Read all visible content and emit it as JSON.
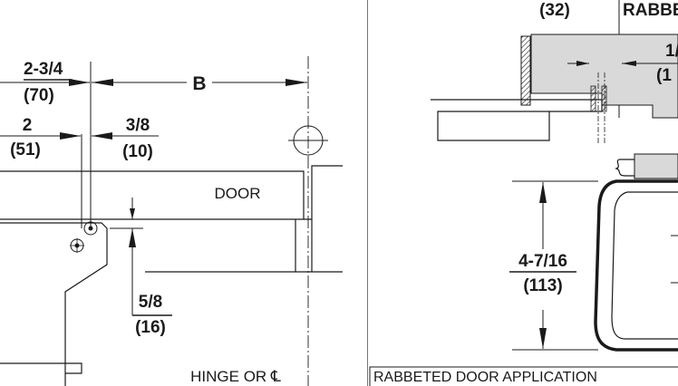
{
  "left_view": {
    "dim_top_frac": "2-3/4",
    "dim_top_mm": "(70)",
    "dim_b": "B",
    "dim_2_frac": "2",
    "dim_2_mm": "(51)",
    "dim_3_8_frac": "3/8",
    "dim_3_8_mm": "(10)",
    "door_label": "DOOR",
    "dim_5_8_frac": "5/8",
    "dim_5_8_mm": "(16)",
    "hinge_label": "HINGE OR ℄"
  },
  "right_view": {
    "dim_32_mm": "(32)",
    "rabbet_label": "RABBET",
    "dim_1_frac": "1/",
    "dim_1_mm": "(1",
    "dim_4716_frac": "4-7/16",
    "dim_4716_mm": "(113)",
    "caption": "RABBETED DOOR APPLICATION"
  }
}
